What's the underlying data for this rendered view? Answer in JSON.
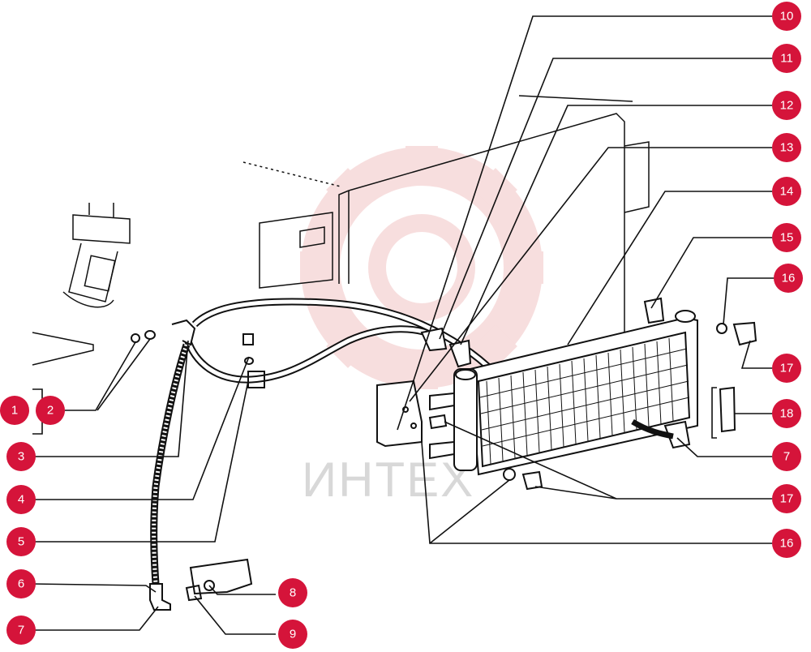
{
  "watermark": {
    "text": "ИНТЕХ"
  },
  "colors": {
    "badge": "#d5143a",
    "line": "#111111",
    "watermark_gear": "#f2c4c4"
  },
  "callouts": [
    {
      "id": "c1",
      "label": "1"
    },
    {
      "id": "c2",
      "label": "2"
    },
    {
      "id": "c3",
      "label": "3"
    },
    {
      "id": "c4",
      "label": "4"
    },
    {
      "id": "c5",
      "label": "5"
    },
    {
      "id": "c6",
      "label": "6"
    },
    {
      "id": "c7a",
      "label": "7"
    },
    {
      "id": "c8",
      "label": "8"
    },
    {
      "id": "c9",
      "label": "9"
    },
    {
      "id": "c10",
      "label": "10"
    },
    {
      "id": "c11",
      "label": "11"
    },
    {
      "id": "c12",
      "label": "12"
    },
    {
      "id": "c13",
      "label": "13"
    },
    {
      "id": "c14",
      "label": "14"
    },
    {
      "id": "c15",
      "label": "15"
    },
    {
      "id": "c16a",
      "label": "16"
    },
    {
      "id": "c17a",
      "label": "17"
    },
    {
      "id": "c18",
      "label": "18"
    },
    {
      "id": "c7b",
      "label": "7"
    },
    {
      "id": "c17b",
      "label": "17"
    },
    {
      "id": "c16b",
      "label": "16"
    }
  ]
}
